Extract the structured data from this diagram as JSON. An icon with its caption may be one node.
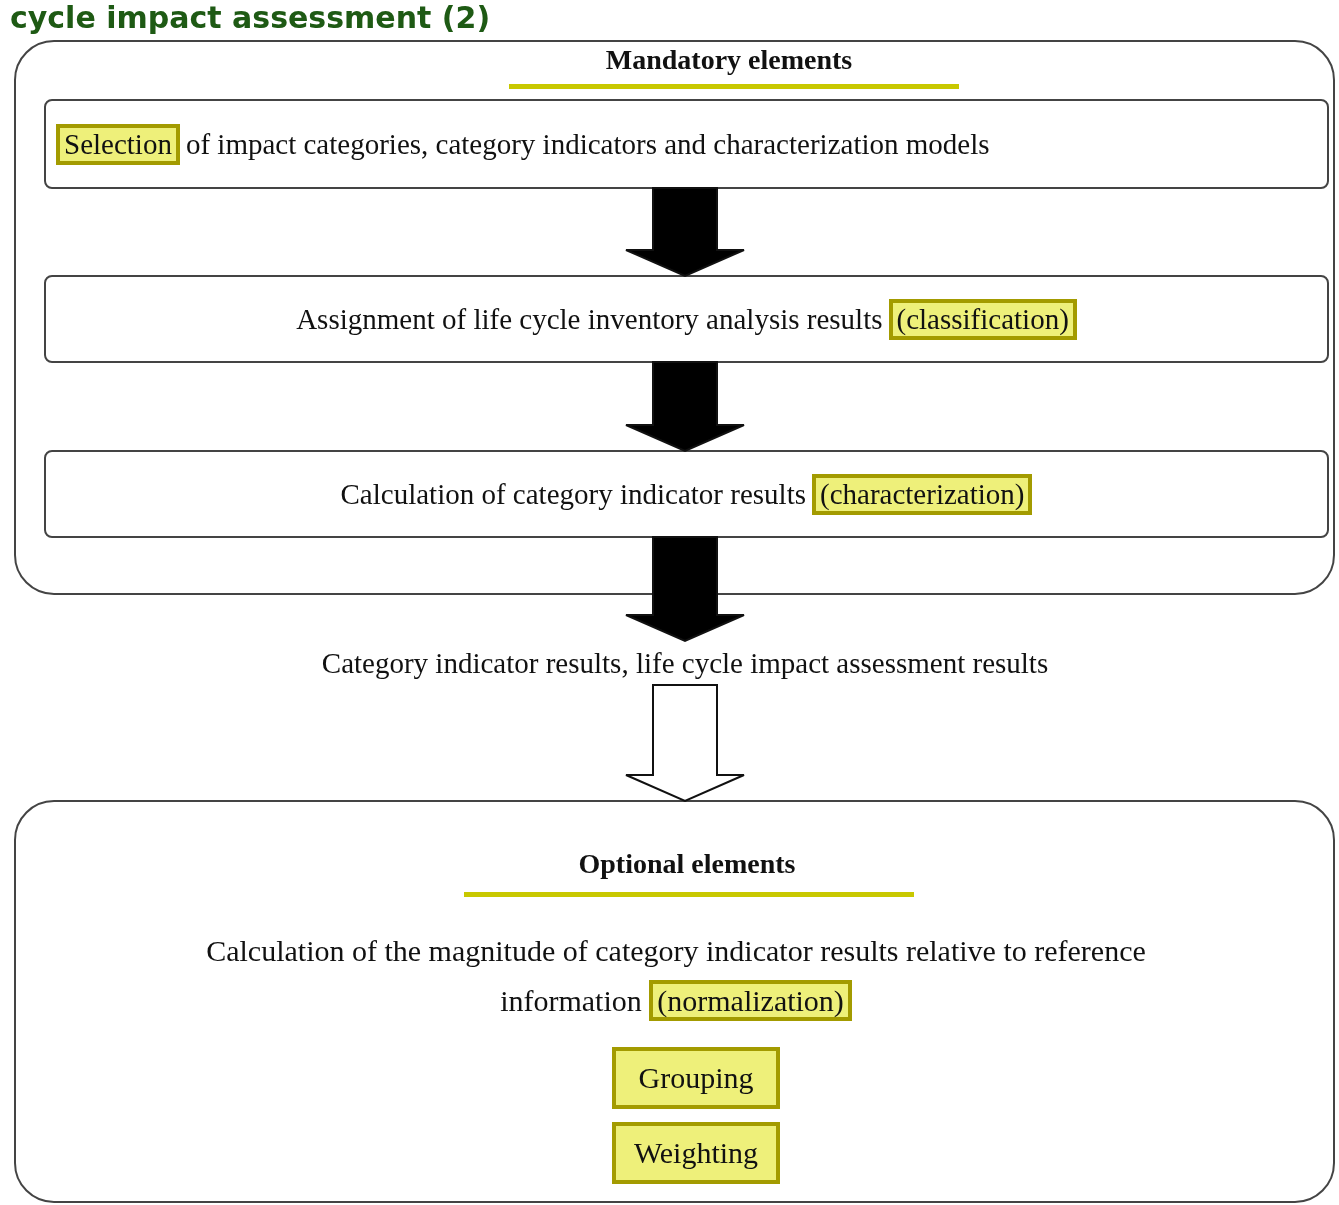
{
  "diagram": {
    "title": "cycle impact assessment (2)",
    "nodes": [
      {
        "text": [
          "Mandatory elements"
        ]
      },
      {
        "text": [
          "Selection",
          "of impact categories, category indicators and characterization models"
        ],
        "in": 0
      },
      {
        "text": [
          "Assignment of life cycle inventory analysis results",
          "(classification)"
        ],
        "in": 0
      },
      {
        "text": [
          "Calculation of category indicator results",
          "(characterization)"
        ],
        "in": 0
      },
      {
        "text": [
          "Category indicator results, life cycle impact assessment results"
        ]
      },
      {
        "text": [
          "Optional elements",
          "Calculation of the magnitude of category indicator results relative to reference information",
          "(normalization)"
        ]
      },
      {
        "text": [
          "Grouping"
        ],
        "in": 5
      },
      {
        "text": [
          "Weighting"
        ],
        "in": 5
      }
    ],
    "edges": [
      {
        "from": 1,
        "to": 2,
        "arrow": "to"
      },
      {
        "from": 2,
        "to": 3,
        "arrow": "to"
      },
      {
        "from": 3,
        "to": 4,
        "arrow": "to"
      },
      {
        "from": 4,
        "to": 5,
        "arrow": "to",
        "color": "#ffffff"
      }
    ]
  }
}
